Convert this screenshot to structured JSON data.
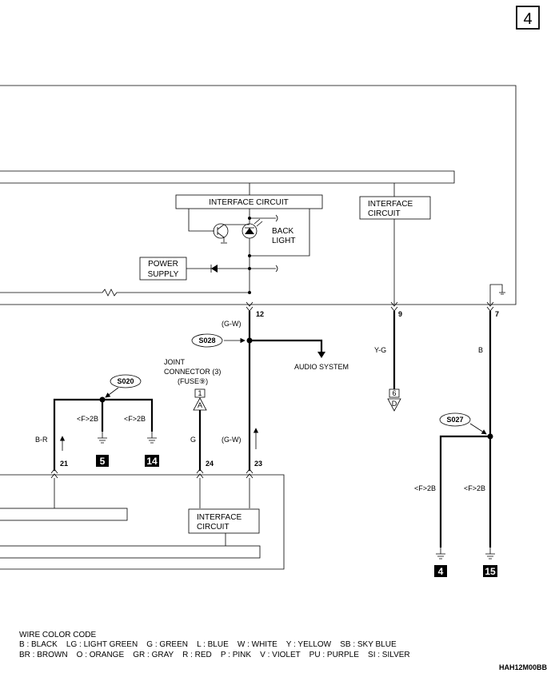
{
  "page_number": "4",
  "labels": {
    "interface_circuit_1": "INTERFACE CIRCUIT",
    "interface_circuit_2_l1": "INTERFACE",
    "interface_circuit_2_l2": "CIRCUIT",
    "interface_circuit_3_l1": "INTERFACE",
    "interface_circuit_3_l2": "CIRCUIT",
    "back_light_l1": "BACK",
    "back_light_l2": "LIGHT",
    "power_supply_l1": "POWER",
    "power_supply_l2": "SUPPLY",
    "audio_system": "AUDIO SYSTEM",
    "joint_connector_l1": "JOINT",
    "joint_connector_l2": "CONNECTOR (3)",
    "joint_connector_l3": "(FUSE⑨)"
  },
  "splices": {
    "s028": "S028",
    "s020": "S020",
    "s027": "S027"
  },
  "terminals": {
    "t12": "12",
    "t9": "9",
    "t7": "7",
    "t21": "21",
    "t24": "24",
    "t23": "23"
  },
  "wire_colors": {
    "gw_top": "(G-W)",
    "gw_bottom": "(G-W)",
    "yg": "Y-G",
    "b": "B",
    "br": "B-R",
    "g": "G"
  },
  "grounds": {
    "f2b_1": "<F>2B",
    "f2b_2": "<F>2B",
    "f2b_3": "<F>2B",
    "f2b_4": "<F>2B",
    "g5": "5",
    "g14": "14",
    "g4": "4",
    "g15": "15"
  },
  "connectors": {
    "joint_pin": "1",
    "joint_arrow": "A",
    "d_pin": "6",
    "d_arrow": "D"
  },
  "legend": {
    "title": "WIRE COLOR CODE",
    "line1": "B : BLACK    LG : LIGHT GREEN    G : GREEN    L : BLUE    W : WHITE    Y : YELLOW    SB : SKY BLUE",
    "line2": "BR : BROWN    O : ORANGE    GR : GRAY    R : RED    P : PINK    V : VIOLET    PU : PURPLE    SI : SILVER",
    "code": "HAH12M00BB"
  }
}
